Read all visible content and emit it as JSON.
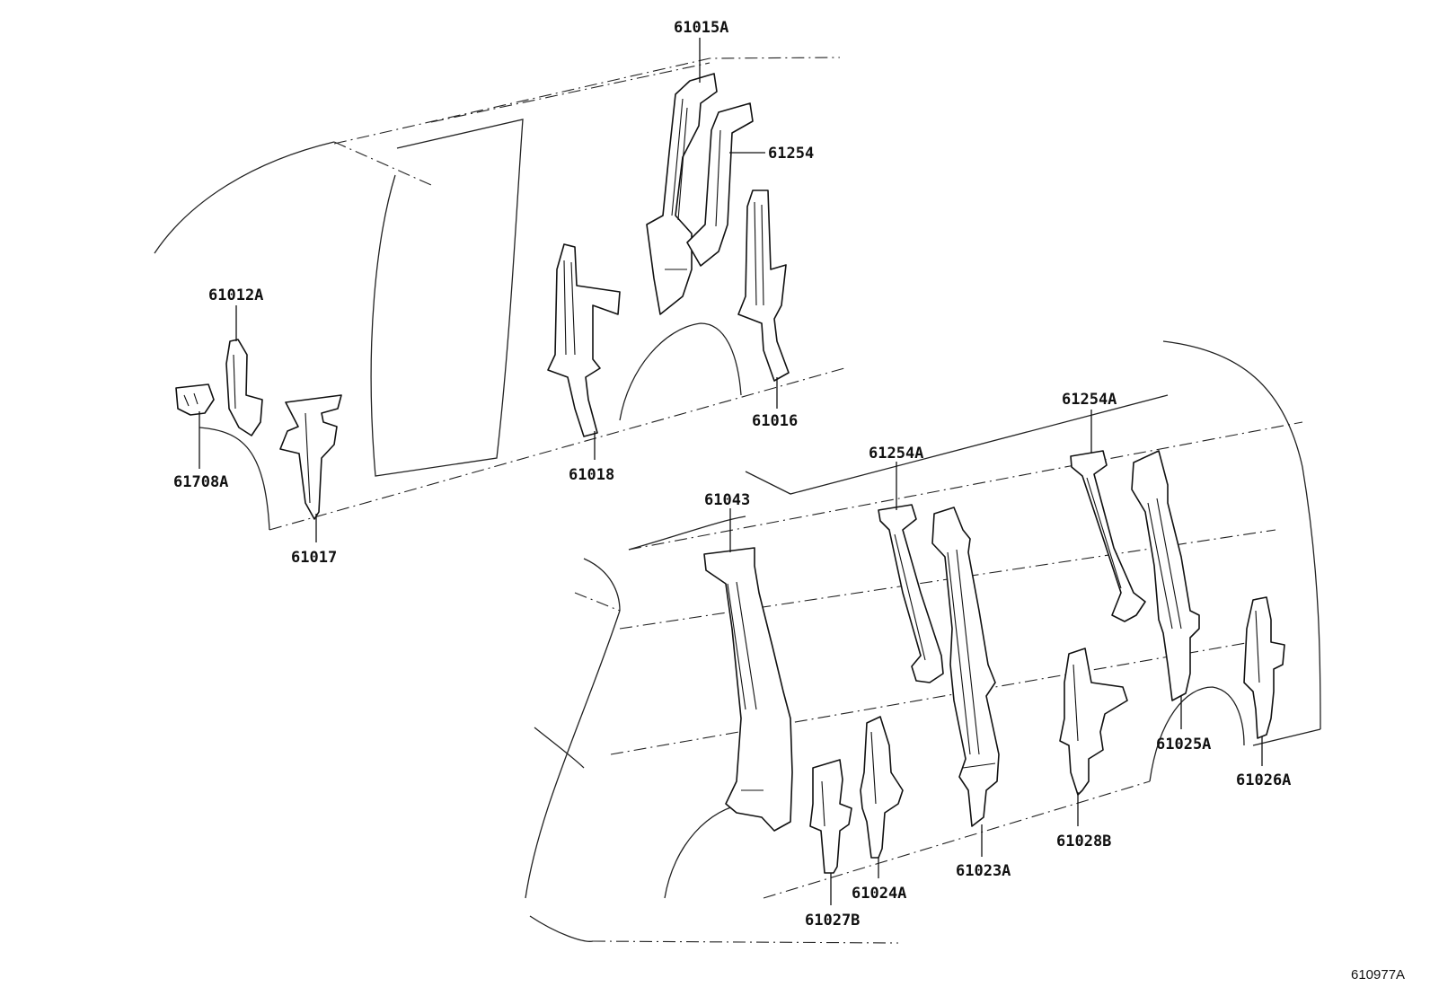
{
  "diagram": {
    "reference_code": "610977A",
    "parts": [
      {
        "id": "61015A",
        "label": "61015A"
      },
      {
        "id": "61254",
        "label": "61254"
      },
      {
        "id": "61012A",
        "label": "61012A"
      },
      {
        "id": "61016",
        "label": "61016"
      },
      {
        "id": "61018",
        "label": "61018"
      },
      {
        "id": "61708A",
        "label": "61708A"
      },
      {
        "id": "61017",
        "label": "61017"
      },
      {
        "id": "61254A-1",
        "label": "61254A"
      },
      {
        "id": "61254A-2",
        "label": "61254A"
      },
      {
        "id": "61043",
        "label": "61043"
      },
      {
        "id": "61025A",
        "label": "61025A"
      },
      {
        "id": "61026A",
        "label": "61026A"
      },
      {
        "id": "61028B",
        "label": "61028B"
      },
      {
        "id": "61023A",
        "label": "61023A"
      },
      {
        "id": "61024A",
        "label": "61024A"
      },
      {
        "id": "61027B",
        "label": "61027B"
      }
    ]
  }
}
